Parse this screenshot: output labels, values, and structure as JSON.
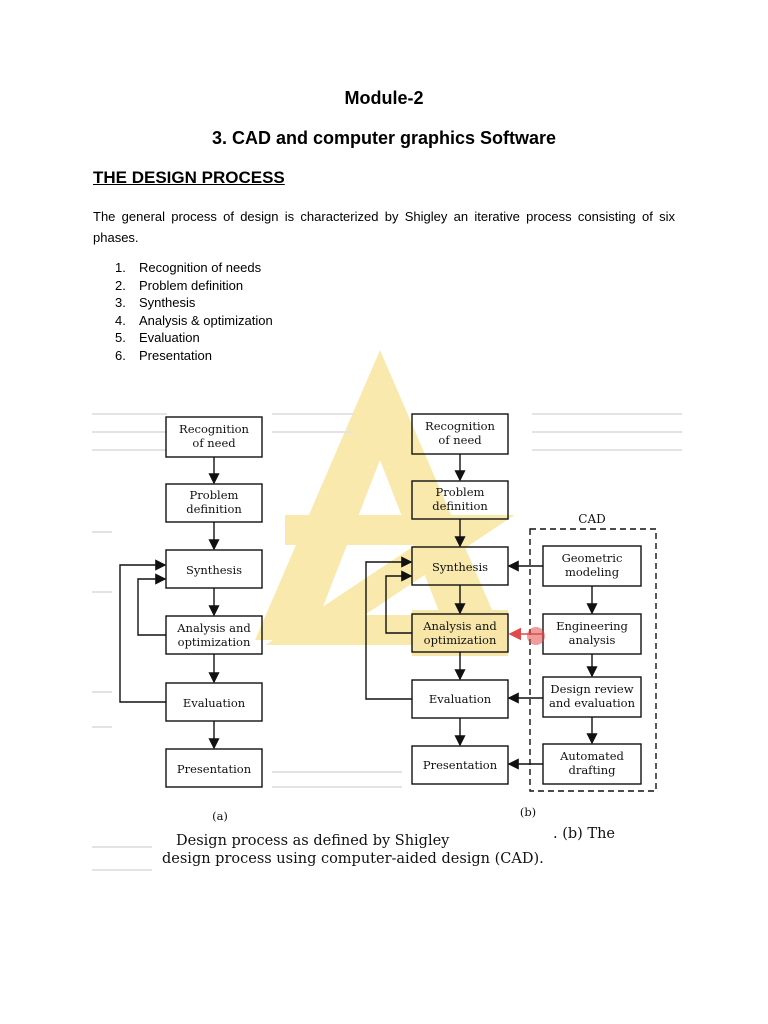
{
  "header": {
    "module": "Module-2",
    "chapter": "3. CAD and computer graphics Software"
  },
  "section": {
    "heading": "THE DESIGN PROCESS",
    "intro": "The general process of design is characterized by Shigley an iterative process consisting of six phases."
  },
  "phases": [
    {
      "num": "1.",
      "label": "Recognition of needs"
    },
    {
      "num": "2.",
      "label": "Problem definition"
    },
    {
      "num": "3.",
      "label": "Synthesis"
    },
    {
      "num": "4.",
      "label": "Analysis & optimization"
    },
    {
      "num": "5.",
      "label": "Evaluation"
    },
    {
      "num": "6.",
      "label": "Presentation"
    }
  ],
  "figure": {
    "diagram_a": {
      "recognition": [
        "Recognition",
        "of need"
      ],
      "problem": [
        "Problem",
        "definition"
      ],
      "synthesis": [
        "Synthesis"
      ],
      "analysis": [
        "Analysis and",
        "optimization"
      ],
      "evaluation": [
        "Evaluation"
      ],
      "presentation": [
        "Presentation"
      ],
      "label": "(a)"
    },
    "diagram_b": {
      "recognition": [
        "Recognition",
        "of need"
      ],
      "problem": [
        "Problem",
        "definition"
      ],
      "synthesis": [
        "Synthesis"
      ],
      "analysis": [
        "Analysis and",
        "optimization"
      ],
      "evaluation": [
        "Evaluation"
      ],
      "presentation": [
        "Presentation"
      ],
      "label": "(b)"
    },
    "cad": {
      "title": "CAD",
      "geometric": [
        "Geometric",
        "modeling"
      ],
      "engineering": [
        "Engineering",
        "analysis"
      ],
      "review": [
        "Design review",
        "and evaluation"
      ],
      "drafting": [
        "Automated",
        "drafting"
      ]
    },
    "caption_line1": "Design process as defined by Shigley",
    "caption_line1_tail": ". (b) The",
    "caption_line2": "design process using computer-aided design (CAD)."
  },
  "colors": {
    "watermark": "#f2c318",
    "highlight": "#f7e6a8",
    "red_mark": "#e04a4a"
  }
}
